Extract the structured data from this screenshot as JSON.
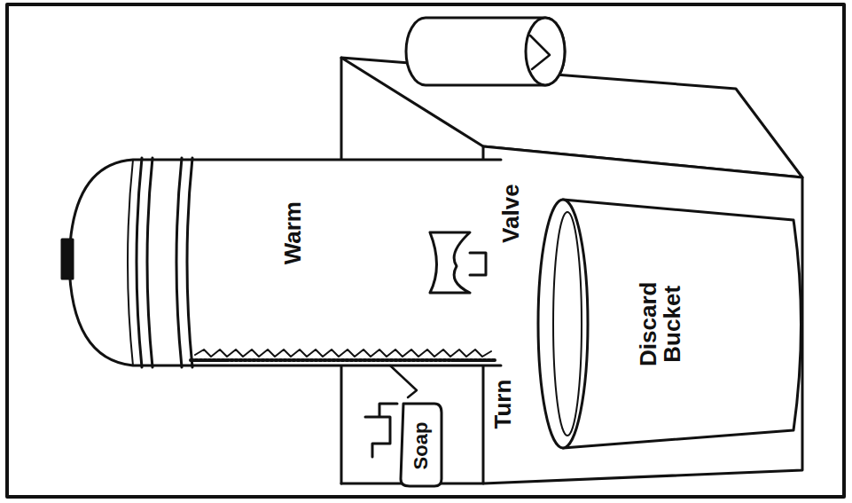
{
  "diagram": {
    "labels": [
      "Warm",
      "Valve",
      "Turn",
      "Soap",
      "Discard Bucket"
    ]
  }
}
